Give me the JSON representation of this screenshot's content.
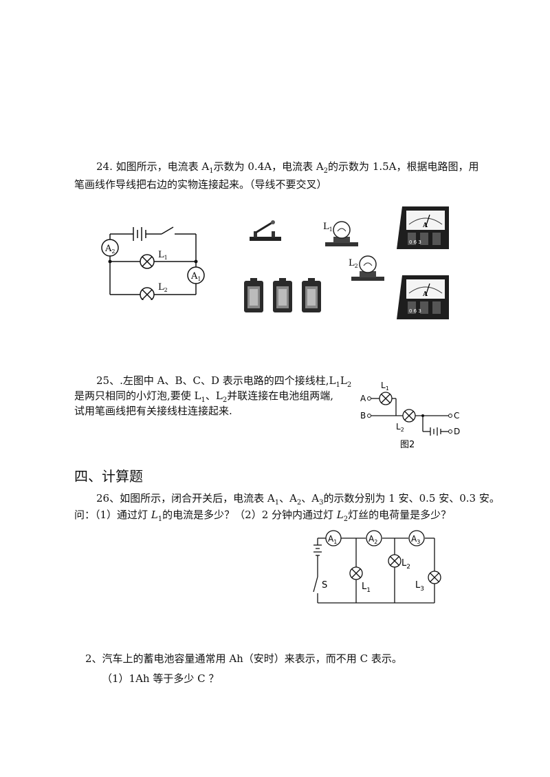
{
  "q24": {
    "line1_a": "24. 如图所示，电流表 A",
    "sub1": "1",
    "line1_b": "示数为 0.4A，电流表 A",
    "sub2": "2",
    "line1_c": "的示数为 1.5A，根据电路图，用",
    "line2": "笔画线作导线把右边的实物连接起来。（导线不要交叉）",
    "fig": {
      "meter_a2": "A",
      "meter_a2_sub": "2",
      "meter_a1": "A",
      "meter_a1_sub": "1",
      "lamp1": "L",
      "lamp1_sub": "1",
      "lamp2": "L",
      "lamp2_sub": "2",
      "real_lamp1": "L",
      "real_lamp1_sub": "1",
      "real_lamp2": "L",
      "real_lamp2_sub": "2",
      "ammeter_letter": "A",
      "ammeter_scale": "0 6 3"
    }
  },
  "q25": {
    "line1_a": "25、.左图中 A、B、C、D 表示电路的四个接线柱,L",
    "s1": "1",
    "line1_b": "L",
    "s2": "2",
    "line2_a": "是两只相同的小灯泡,要使 L",
    "s3": "1",
    "line2_b": "、L",
    "s4": "2",
    "line2_c": "并联连接在电池组两端,",
    "line3": "试用笔画线把有关接线柱连接起来.",
    "fig": {
      "A": "A",
      "B": "B",
      "C": "C",
      "D": "D",
      "L1": "L",
      "L1s": "1",
      "L2": "L",
      "L2s": "2",
      "caption": "图2"
    }
  },
  "section4": {
    "title": "四、计算题"
  },
  "q26": {
    "line1_a": "26、如图所示，闭合开关后，电流表 A",
    "s1": "1",
    "line1_b": "、A",
    "s2": "2",
    "line1_c": "、A",
    "s3": "3",
    "line1_d": "的示数分别为 1 安、0.5 安、0.3 安。",
    "line2_a": "问：（1）通过灯 ",
    "l1": "L",
    "l1s": "1",
    "line2_b": "的电流是多少？（2）2 分钟内通过灯 ",
    "l2": "L",
    "l2s": "2",
    "line2_c": "灯丝的电荷量是多少？",
    "fig": {
      "A1": "A",
      "A1s": "1",
      "A2": "A",
      "A2s": "2",
      "A3": "A",
      "A3s": "3",
      "L1": "L",
      "L1s": "1",
      "L2": "L",
      "L2s": "2",
      "L3": "L",
      "L3s": "3",
      "S": "S"
    }
  },
  "q2": {
    "line1": "2、汽车上的蓄电池容量通常用 Ah（安时）来表示，而不用 C 表示。",
    "line2": "（1）1Ah 等于多少 C ？"
  }
}
